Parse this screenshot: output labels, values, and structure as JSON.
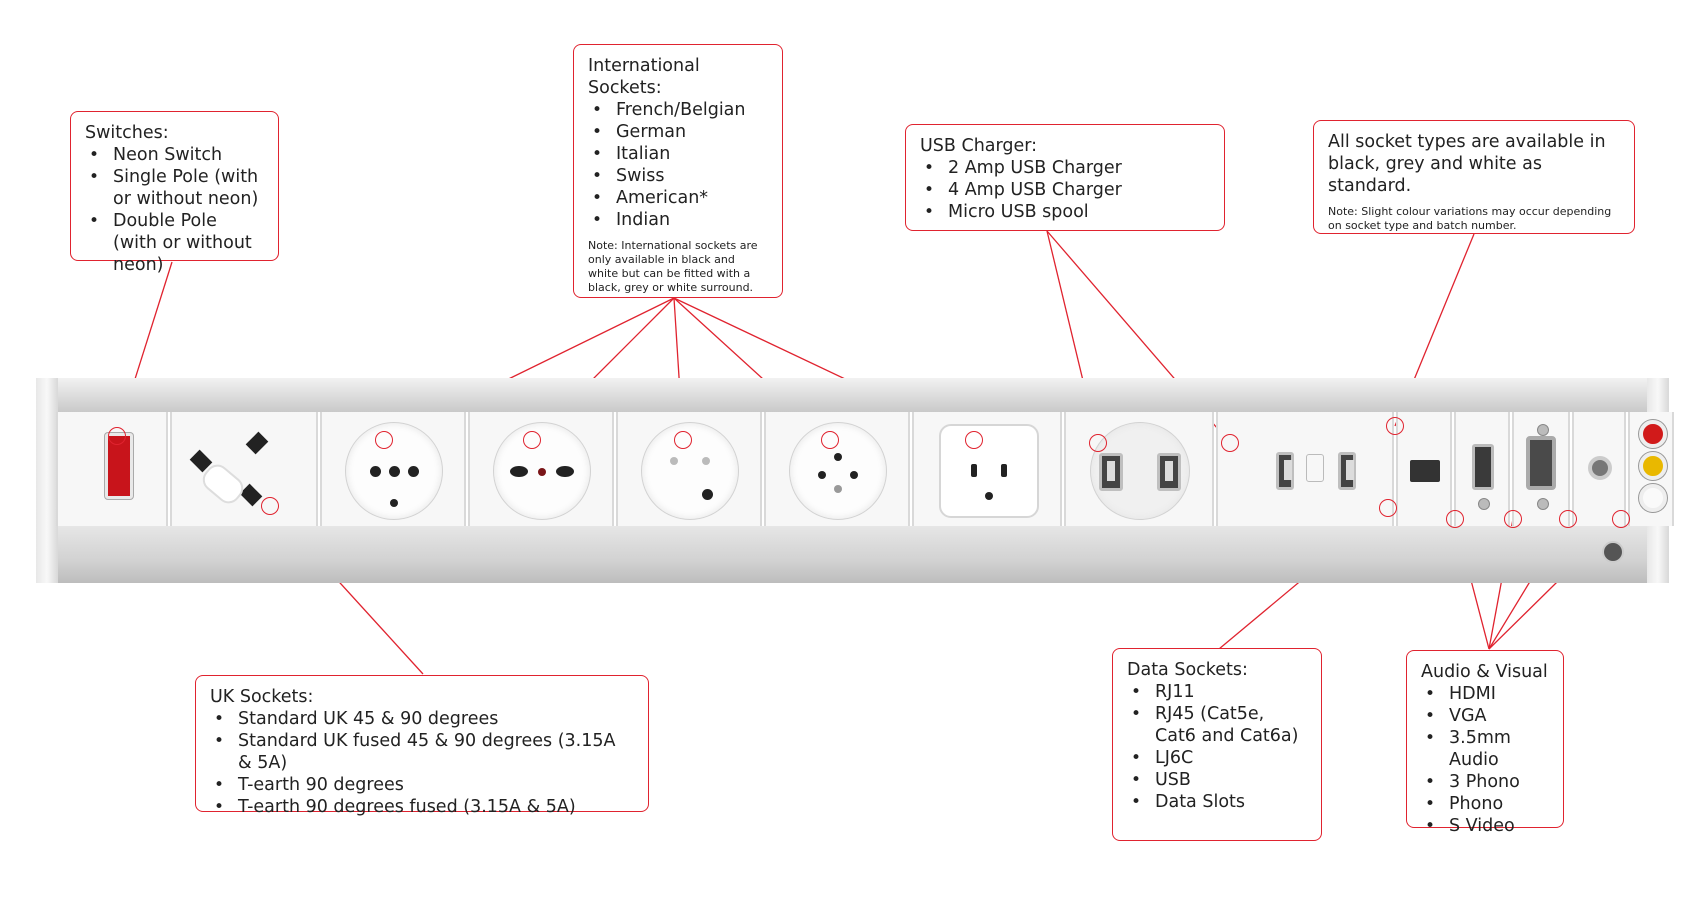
{
  "callouts": {
    "switches": {
      "title": "Switches:",
      "items": [
        "Neon Switch",
        "Single Pole (with or without neon)",
        "Double Pole (with or without neon)"
      ]
    },
    "international": {
      "title": "International Sockets:",
      "items": [
        "French/Belgian",
        "German",
        "Italian",
        "Swiss",
        "American*",
        "Indian"
      ],
      "note": "Note: International sockets are only available in black and white but can be fitted with a black, grey or white surround."
    },
    "usb_charger": {
      "title": "USB Charger:",
      "items": [
        "2 Amp USB Charger",
        "4 Amp USB Charger",
        "Micro USB spool"
      ]
    },
    "colours": {
      "text": "All socket types are available in black, grey and white as standard.",
      "note": "Note: Slight colour variations may occur depending on socket type and batch number."
    },
    "uk": {
      "title": "UK Sockets:",
      "items": [
        "Standard UK 45 & 90 degrees",
        "Standard UK fused 45 & 90 degrees (3.15A & 5A)",
        "T-earth 90 degrees",
        "T-earth 90 degrees fused (3.15A & 5A)"
      ]
    },
    "data": {
      "title": "Data Sockets:",
      "items": [
        "RJ11",
        "RJ45 (Cat5e, Cat6 and Cat6a)",
        "LJ6C",
        "USB",
        "Data Slots"
      ]
    },
    "av": {
      "title": "Audio & Visual",
      "items": [
        "HDMI",
        "VGA",
        "3.5mm Audio",
        "3 Phono",
        "Phono",
        "S Video"
      ]
    }
  },
  "colors": {
    "accent": "#e0232f",
    "rocker": "#c8141b"
  }
}
